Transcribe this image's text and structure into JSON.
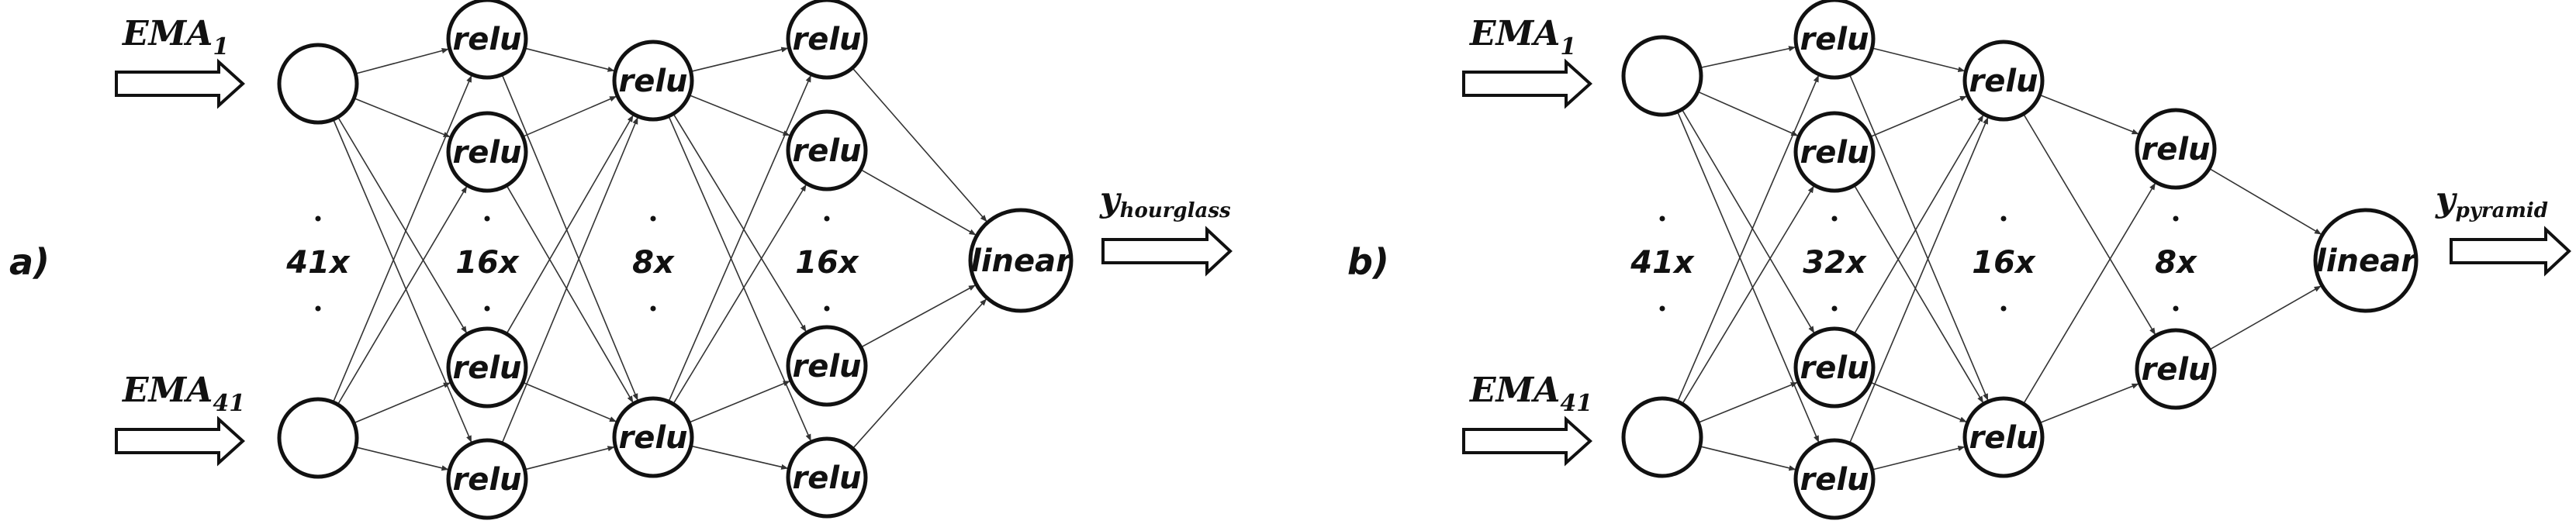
{
  "panels": [
    {
      "label": "a)",
      "input_top": "EMA",
      "input_top_sub": "1",
      "input_bottom": "EMA",
      "input_bottom_sub": "41",
      "layers": [
        {
          "count": "41x",
          "node_label": ""
        },
        {
          "count": "16x",
          "node_label": "relu"
        },
        {
          "count": "8x",
          "node_label": "relu"
        },
        {
          "count": "16x",
          "node_label": "relu"
        }
      ],
      "output_label": "linear",
      "y": "y",
      "y_sub": "hourglass"
    },
    {
      "label": "b)",
      "input_top": "EMA",
      "input_top_sub": "1",
      "input_bottom": "EMA",
      "input_bottom_sub": "41",
      "layers": [
        {
          "count": "41x",
          "node_label": ""
        },
        {
          "count": "32x",
          "node_label": "relu"
        },
        {
          "count": "16x",
          "node_label": "relu"
        },
        {
          "count": "8x",
          "node_label": "relu"
        }
      ],
      "output_label": "linear",
      "y": "y",
      "y_sub": "pyramid"
    }
  ]
}
